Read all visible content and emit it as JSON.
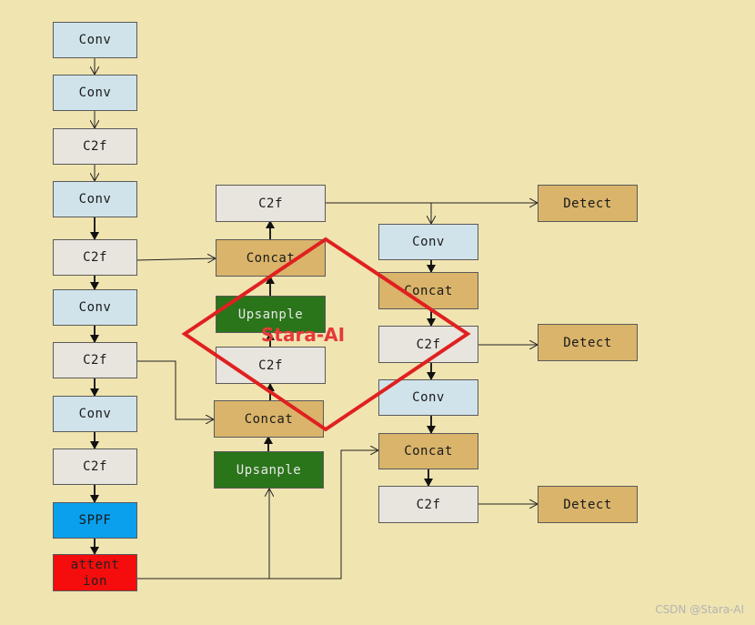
{
  "nodes": {
    "conv1": "Conv",
    "conv2": "Conv",
    "c2f1": "C2f",
    "conv3": "Conv",
    "c2f2": "C2f",
    "conv4": "Conv",
    "c2f3": "C2f",
    "conv5": "Conv",
    "c2f4": "C2f",
    "sppf": "SPPF",
    "attention": "attent\nion",
    "neck_c2f_top": "C2f",
    "neck_concat_top": "Concat",
    "neck_upsample_top": "Upsanple",
    "neck_c2f_mid": "C2f",
    "neck_concat_mid": "Concat",
    "neck_upsample_bottom": "Upsanple",
    "pan_conv1": "Conv",
    "pan_concat1": "Concat",
    "pan_c2f1": "C2f",
    "pan_conv2": "Conv",
    "pan_concat2": "Concat",
    "pan_c2f2": "C2f",
    "detect1": "Detect",
    "detect2": "Detect",
    "detect3": "Detect"
  },
  "watermark_text": "Stara-AI",
  "credit_text": "CSDN @Stara-AI",
  "colors": {
    "background": "#f0e4b0",
    "conv": "#d0e3ea",
    "c2f": "#e8e4de",
    "concat": "#d9b46a",
    "upsample": "#2a741a",
    "sppf": "#0aa0ee",
    "attention": "#f50c0c",
    "highlight": "#e02020"
  }
}
